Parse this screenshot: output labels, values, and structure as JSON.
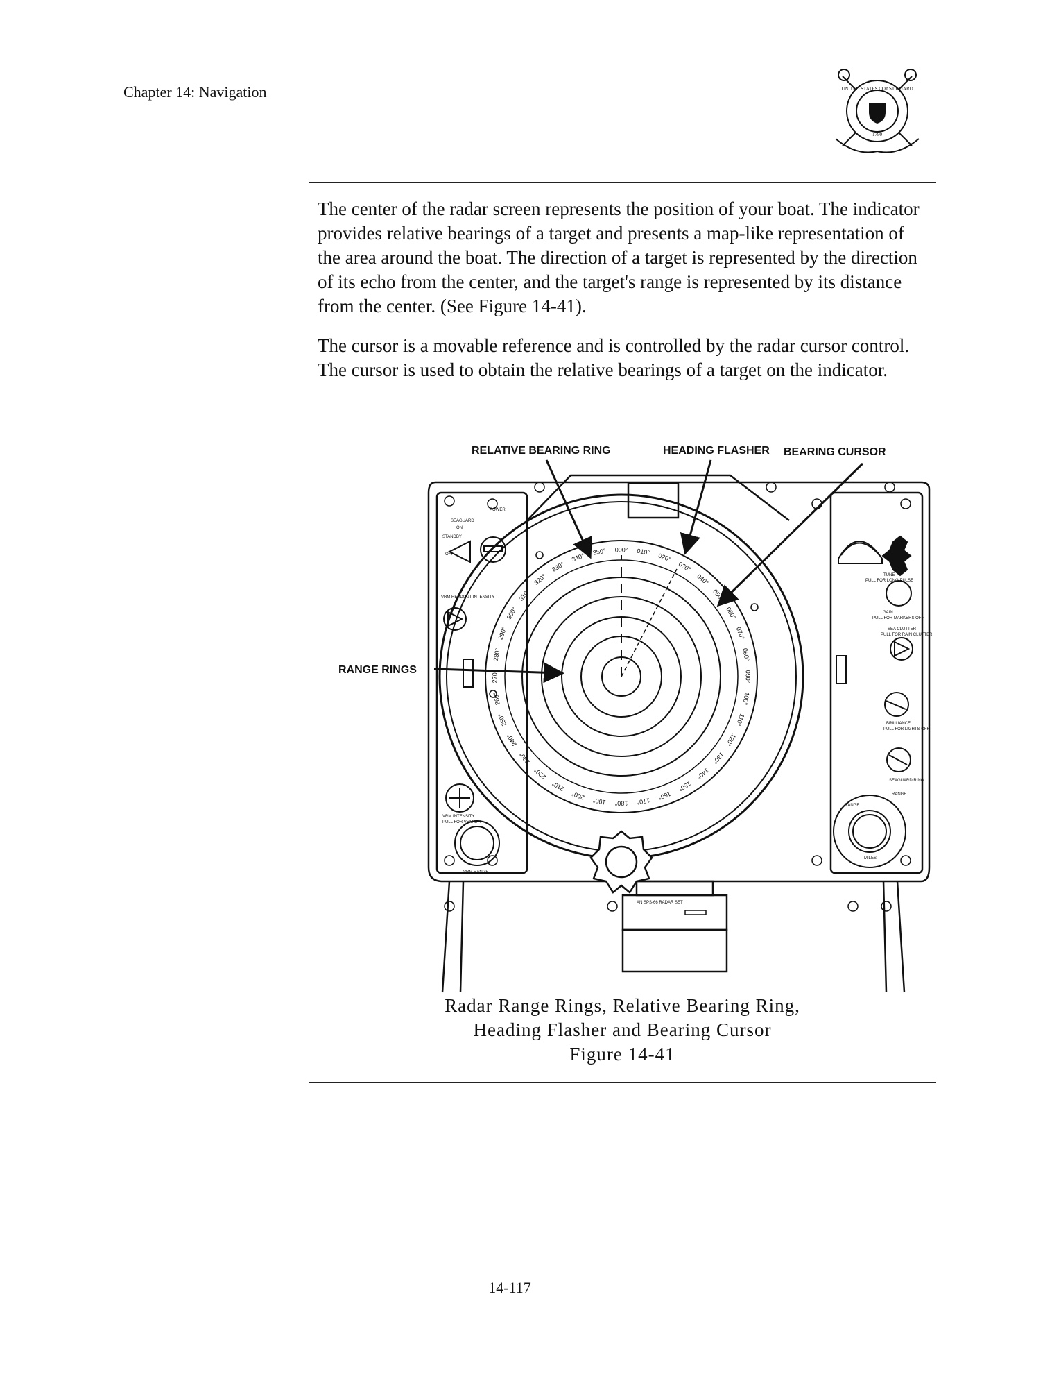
{
  "header": {
    "chapter": "Chapter 14:  Navigation",
    "seal_text": "UNITED STATES COAST GUARD",
    "seal_year": "1790"
  },
  "body": {
    "paragraphs": [
      "The center of the radar screen represents the position of your boat.  The indicator provides relative bearings of a target and presents a map-like representation of the area around the boat.  The direction of a target is represented by the direction of its echo from the center, and the target's range is represented by its distance from the center. (See Figure 14-41).",
      "The cursor is a movable reference and is controlled by the radar cursor control.  The cursor is used to obtain the relative bearings of a target on the indicator."
    ]
  },
  "figure": {
    "callouts": {
      "relative_bearing_ring": "RELATIVE BEARING RING",
      "heading_flasher": "HEADING FLASHER",
      "bearing_cursor": "BEARING CURSOR",
      "range_rings": "RANGE RINGS"
    },
    "bearing_labels": [
      "000",
      "010",
      "020",
      "030",
      "040",
      "050",
      "060",
      "070",
      "080",
      "090",
      "100",
      "110",
      "120",
      "130",
      "140",
      "150",
      "160",
      "170",
      "180",
      "190",
      "200",
      "210",
      "220",
      "230",
      "240",
      "250",
      "260",
      "270",
      "280",
      "290",
      "300",
      "310",
      "320",
      "330",
      "340",
      "350"
    ],
    "panel_labels": {
      "power": "POWER",
      "seaguard": "SEAGUARD",
      "on": "ON",
      "standby": "STANDBY",
      "off": "OFF",
      "vrm_readout": "VRM READOUT INTENSITY",
      "tune": "TUNE",
      "pull_long_pulse": "PULL FOR LONG PULSE",
      "gain": "GAIN",
      "pull_markers_off": "PULL FOR MARKERS OFF",
      "sea_clutter": "SEA CLUTTER",
      "pull_rain_clutter": "PULL FOR RAIN CLUTTER",
      "brilliance": "BRILLIANCE",
      "pull_lights_off": "PULL FOR LIGHTS OFF",
      "seaguard_ring": "SEAGUARD RING",
      "range": "RANGE",
      "range_scale": "RANGE",
      "miles": "MILES",
      "vrm_intensity": "VRM INTENSITY",
      "pull_vrm_off": "PULL FOR VRM OFF",
      "vrm_range": "VRM RANGE",
      "nameplate": "AN SPS-66 RADAR SET"
    },
    "caption": {
      "line1": "Radar Range Rings, Relative Bearing Ring,",
      "line2": "Heading Flasher and Bearing Cursor",
      "line3": "Figure 14-41"
    }
  },
  "footer": {
    "page_number": "14-117"
  }
}
